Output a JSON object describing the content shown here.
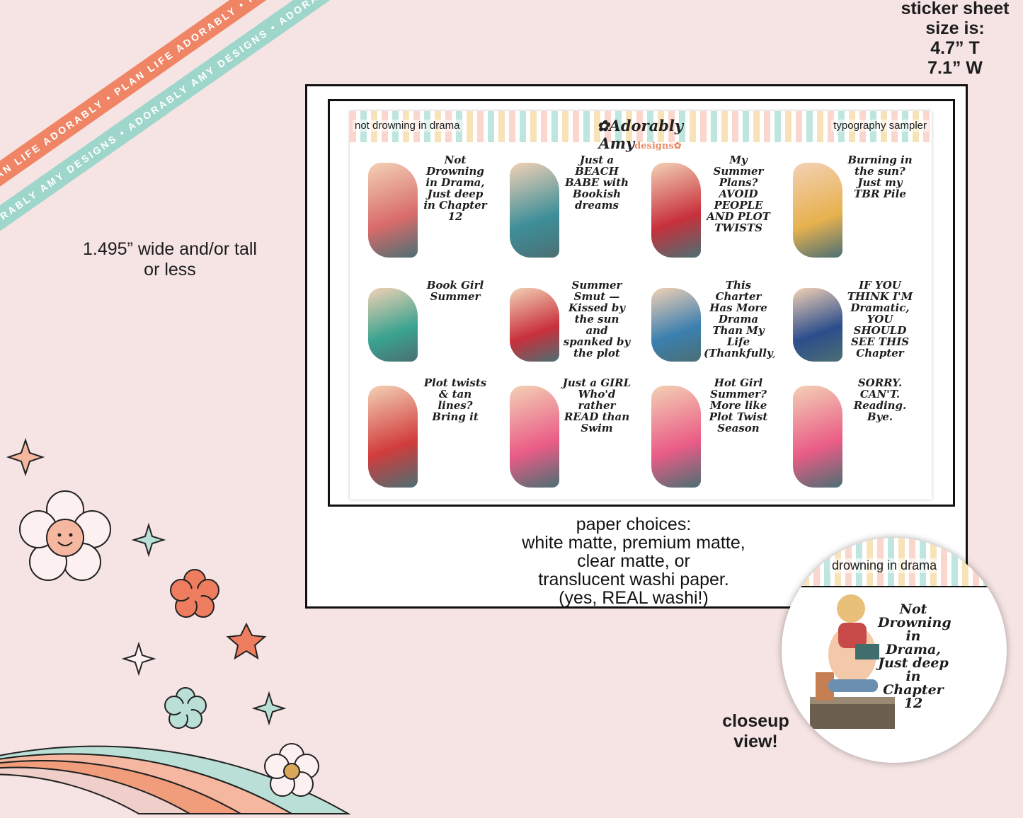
{
  "ribbons": {
    "top": "PLAN LIFE ADORABLY • PLAN LIFE ADORABLY • PLAN LIFE ADO",
    "bottom": "ADORABLY AMY DESIGNS • ADORABLY AMY DESIGNS • ADORABLY AMY DESIGNS"
  },
  "size_note": {
    "line1": "sticker sheet",
    "line2": "size is:",
    "line3": "4.7” T",
    "line4": "7.1” W"
  },
  "dim_note": {
    "line1": "1.495” wide and/or tall",
    "line2": "or less"
  },
  "sheet": {
    "header_left": "not drowning in drama",
    "header_right": "typography sampler",
    "logo_main": "✿Adorably Amy",
    "logo_small": "designs✿"
  },
  "stickers": [
    {
      "caption": "Not Drowning in Drama, Just deep in Chapter 12",
      "accent": "#d86b6b"
    },
    {
      "caption": "Just a BEACH BABE with Bookish dreams",
      "accent": "#3e8f99"
    },
    {
      "caption": "My Summer Plans? AVOID PEOPLE AND PLOT TWISTS",
      "accent": "#c8303c"
    },
    {
      "caption": "Burning in the sun? Just my TBR Pile",
      "accent": "#e7b14f"
    },
    {
      "caption": "Book Girl Summer",
      "accent": "#3aa38f"
    },
    {
      "caption": "Summer Smut — Kissed by the sun and spanked by the plot",
      "accent": "#c8303c"
    },
    {
      "caption": "This Charter Has More Drama Than My Life (Thankfully)",
      "accent": "#3b7fb0"
    },
    {
      "caption": "IF YOU THINK I'M Dramatic, YOU SHOULD SEE THIS Chapter",
      "accent": "#2c4d8c"
    },
    {
      "caption": "Plot twists & tan lines? Bring it",
      "accent": "#d13c3c"
    },
    {
      "caption": "Just a GIRL Who'd rather READ than Swim",
      "accent": "#ea5c86"
    },
    {
      "caption": "Hot Girl Summer? More like Plot Twist Season",
      "accent": "#ea5c86"
    },
    {
      "caption": "SORRY. CAN'T. Reading. Bye.",
      "accent": "#ea5c86"
    }
  ],
  "paper_text": {
    "line1": "paper choices:",
    "line2": "white matte, premium matte,",
    "line3": "clear matte, or",
    "line4": "translucent washi paper.",
    "line5": "(yes, REAL washi!)"
  },
  "closeup": {
    "header": "drowning in drama",
    "caption": "Not Drowning in Drama, Just deep in Chapter 12",
    "label_line1": "closeup",
    "label_line2": "view!"
  },
  "colors": {
    "background": "#f6e4e4",
    "coral": "#f08566",
    "mint": "#9fd6cc",
    "peach": "#f6a07e",
    "blush": "#f0cfca"
  }
}
